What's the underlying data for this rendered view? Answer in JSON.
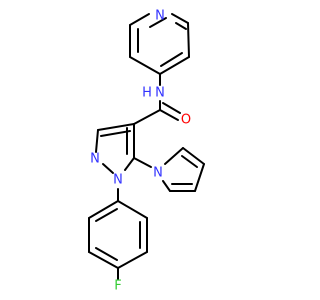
{
  "molecule": {
    "atoms": {
      "pyridine_n": {
        "symbol": "N",
        "color": "#3333ff"
      },
      "amide_nh": {
        "symbol": "N",
        "color": "#3333ff"
      },
      "amide_h": {
        "symbol": "H",
        "color": "#3333ff"
      },
      "carbonyl_o": {
        "symbol": "O",
        "color": "#ff0000"
      },
      "pyrazole_n2": {
        "symbol": "N",
        "color": "#3333ff"
      },
      "pyrazole_n1": {
        "symbol": "N",
        "color": "#3333ff"
      },
      "pyrrole_n": {
        "symbol": "N",
        "color": "#3333ff"
      },
      "fluorine": {
        "symbol": "F",
        "color": "#33cc33"
      }
    },
    "bond_color": "#000000"
  }
}
